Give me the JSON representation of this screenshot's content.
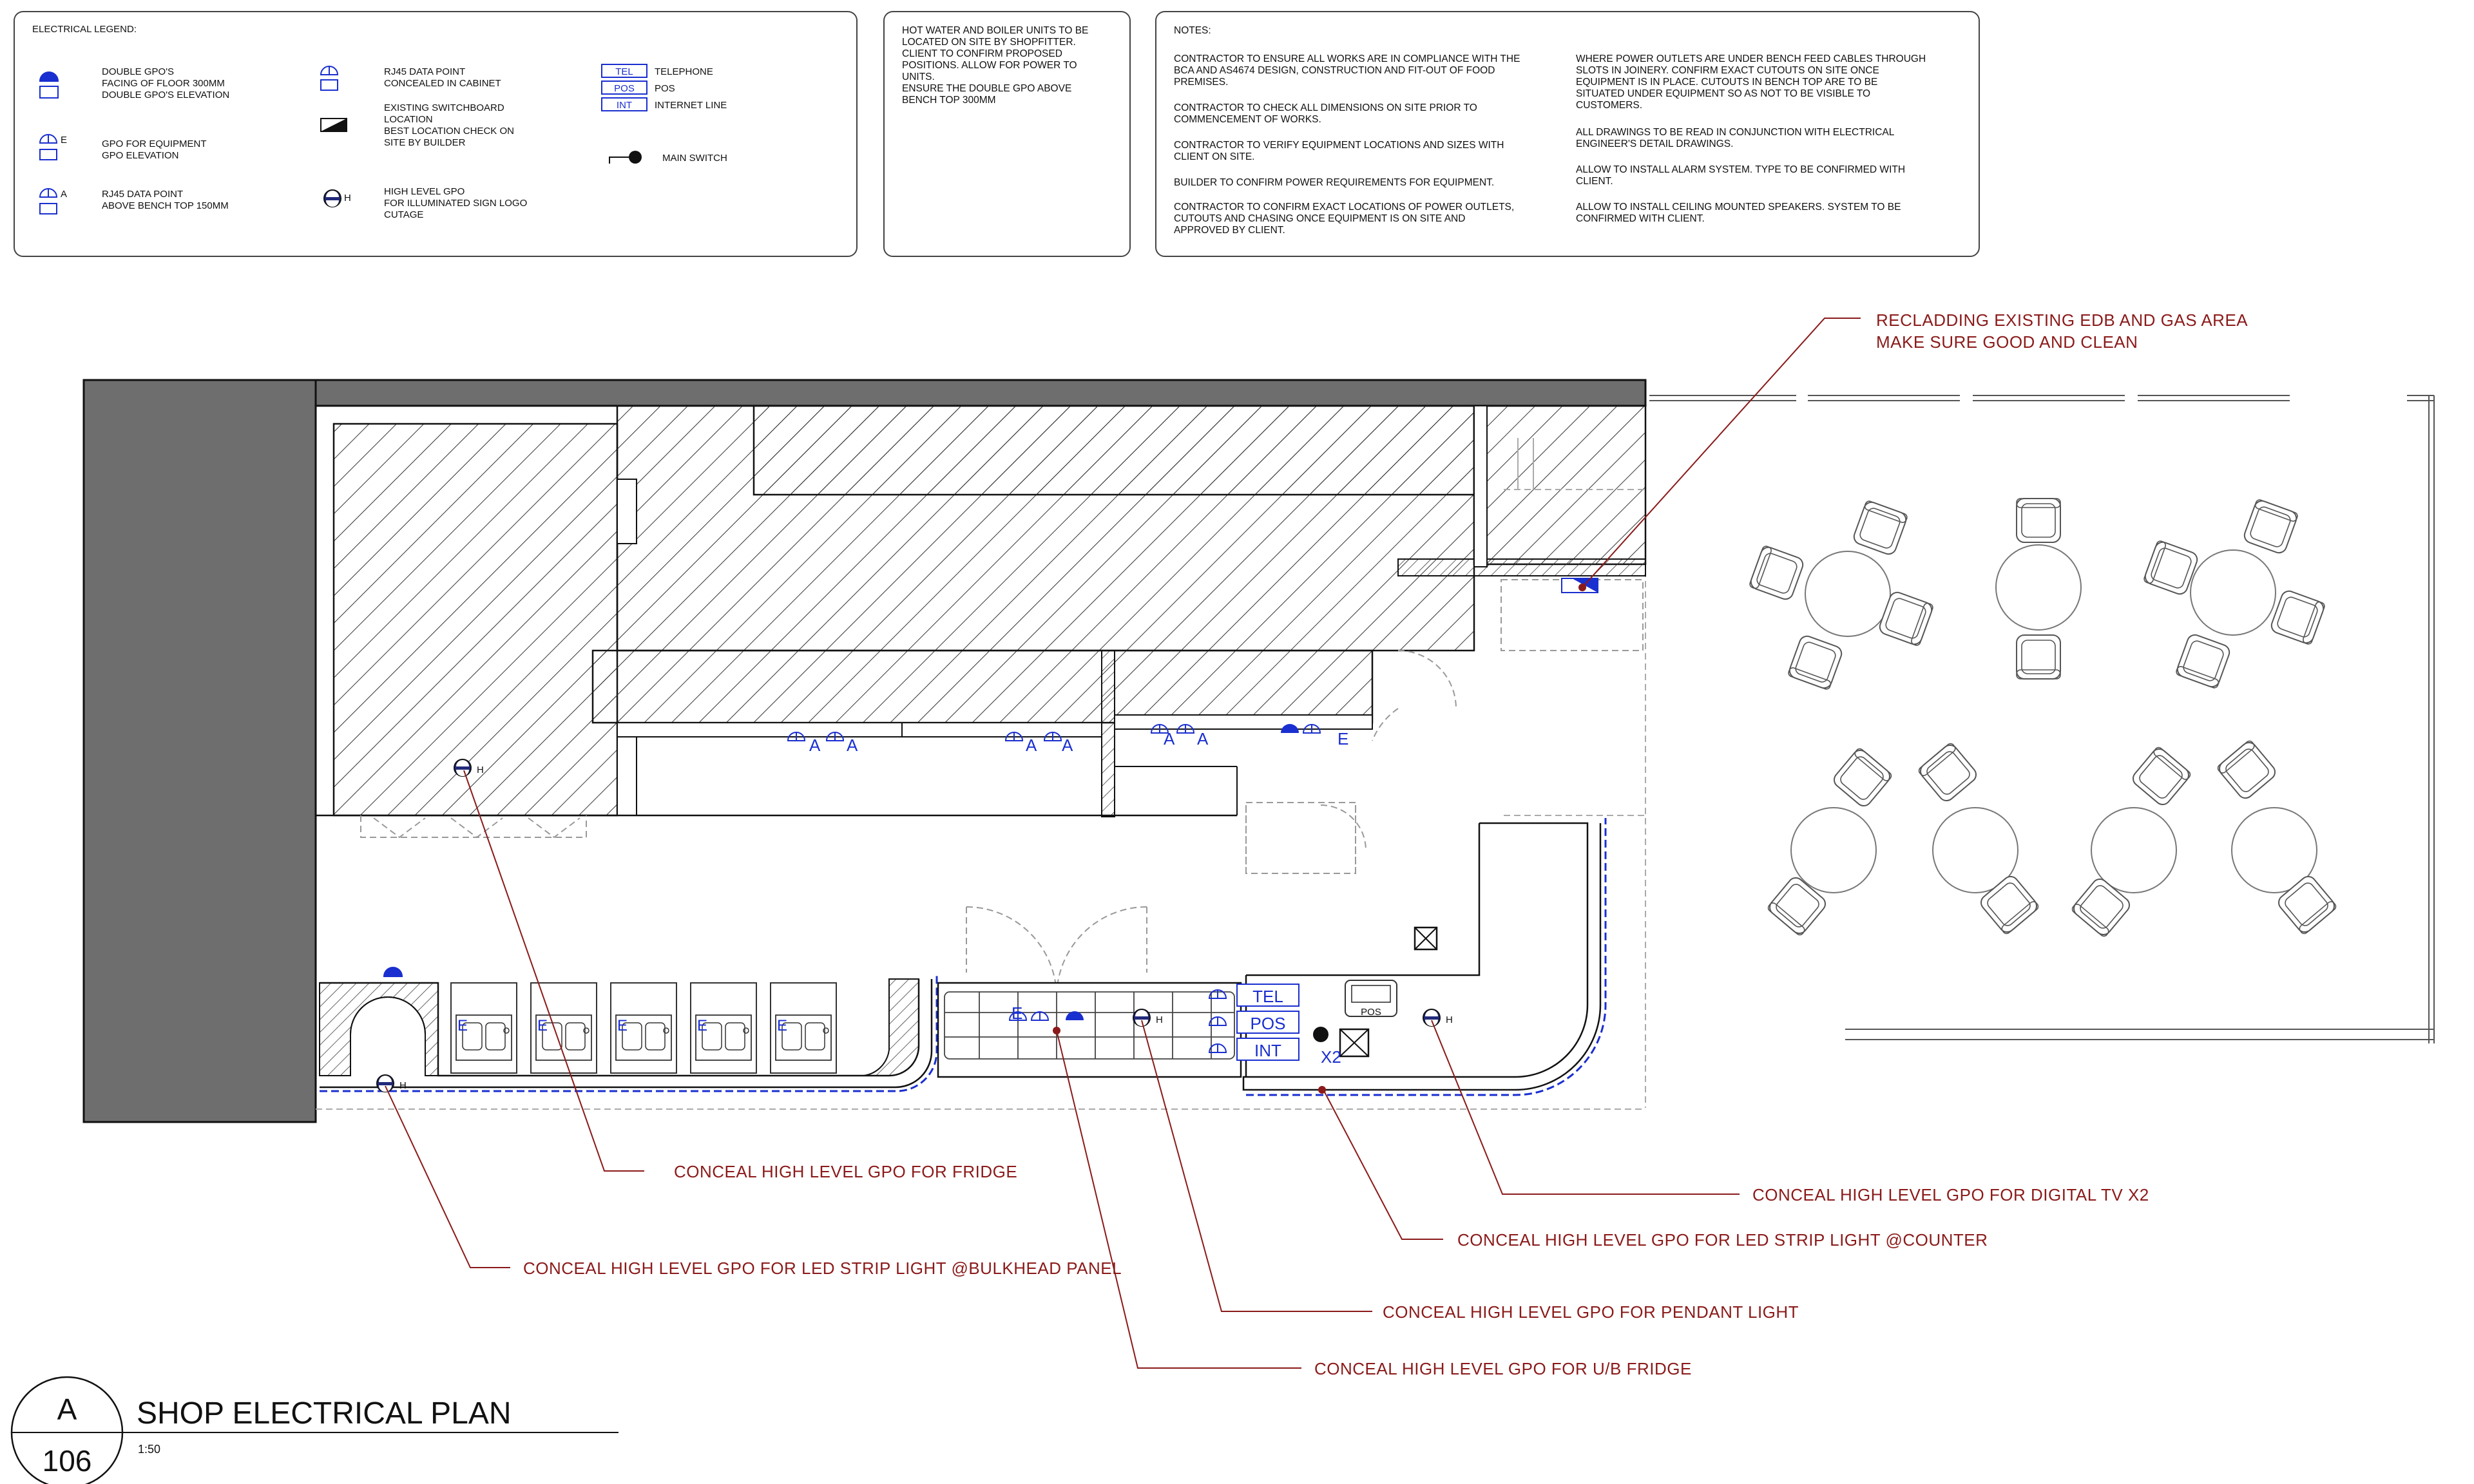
{
  "legend": {
    "heading": "ELECTRICAL LEGEND:",
    "col1": [
      {
        "icon": "double-gpo-icon",
        "tag": "",
        "lines": [
          "DOUBLE GPO'S",
          "FACING OF FLOOR 300MM",
          "DOUBLE GPO'S ELEVATION"
        ]
      },
      {
        "icon": "equipment-gpo-icon",
        "tag": "E",
        "lines": [
          "GPO FOR EQUIPMENT",
          "GPO ELEVATION"
        ]
      },
      {
        "icon": "rj45-bench-icon",
        "tag": "A",
        "lines": [
          "RJ45 DATA POINT",
          "ABOVE BENCH TOP 150MM"
        ]
      }
    ],
    "col2": [
      {
        "icon": "rj45-cabinet-icon",
        "tag": "",
        "lines": [
          "RJ45 DATA POINT",
          "CONCEALED IN CABINET"
        ]
      },
      {
        "icon": "switchboard-icon",
        "tag": "",
        "lines": [
          "EXISTING  SWITCHBOARD",
          "LOCATION",
          "BEST LOCATION CHECK ON",
          "SITE BY BUILDER"
        ]
      },
      {
        "icon": "high-level-gpo-icon",
        "tag": "H",
        "lines": [
          "HIGH LEVEL GPO",
          "FOR ILLUMINATED SIGN LOGO",
          "CUTAGE"
        ]
      }
    ],
    "col3": [
      {
        "box": "TEL",
        "label": "TELEPHONE"
      },
      {
        "box": "POS",
        "label": "POS"
      },
      {
        "box": "INT",
        "label": "INTERNET LINE"
      }
    ],
    "main_switch": "MAIN SWITCH"
  },
  "hotwater_note": [
    "HOT WATER AND BOILER UNITS TO BE",
    "LOCATED ON SITE BY SHOPFITTER.",
    "CLIENT TO CONFIRM PROPOSED",
    "POSITIONS. ALLOW FOR POWER TO",
    "UNITS.",
    "ENSURE THE DOUBLE GPO ABOVE",
    "BENCH TOP 300MM"
  ],
  "notes": {
    "heading": "NOTES:",
    "left": [
      [
        "CONTRACTOR TO ENSURE ALL WORKS ARE IN COMPLIANCE WITH THE",
        "BCA AND AS4674 DESIGN, CONSTRUCTION AND FIT-OUT OF FOOD",
        "PREMISES."
      ],
      [
        "CONTRACTOR TO CHECK ALL DIMENSIONS ON SITE PRIOR TO",
        "COMMENCEMENT OF WORKS."
      ],
      [
        "CONTRACTOR TO VERIFY EQUIPMENT LOCATIONS AND SIZES WITH",
        "CLIENT ON SITE."
      ],
      [
        "BUILDER TO CONFIRM POWER REQUIREMENTS FOR EQUIPMENT."
      ],
      [
        "CONTRACTOR TO CONFIRM EXACT LOCATIONS OF POWER OUTLETS,",
        "CUTOUTS AND CHASING ONCE EQUIPMENT IS ON SITE AND",
        "APPROVED BY CLIENT."
      ]
    ],
    "right": [
      [
        "WHERE POWER OUTLETS ARE UNDER BENCH FEED CABLES THROUGH",
        "SLOTS IN JOINERY. CONFIRM EXACT CUTOUTS ON SITE ONCE",
        "EQUIPMENT IS IN PLACE. CUTOUTS IN BENCH TOP ARE TO BE",
        "SITUATED UNDER EQUIPMENT SO AS NOT TO BE VISIBLE TO",
        "CUSTOMERS."
      ],
      [
        "ALL DRAWINGS TO BE READ IN CONJUNCTION WITH ELECTRICAL",
        "ENGINEER'S DETAIL DRAWINGS."
      ],
      [
        "ALLOW TO INSTALL ALARM SYSTEM. TYPE TO BE CONFIRMED WITH",
        "CLIENT."
      ],
      [
        "ALLOW TO INSTALL CEILING MOUNTED SPEAKERS. SYSTEM TO BE",
        "CONFIRMED WITH CLIENT."
      ]
    ]
  },
  "annotations": {
    "recladding": [
      "RECLADDING EXISTING EDB AND GAS AREA",
      "MAKE SURE GOOD AND CLEAN"
    ],
    "fridge": "CONCEAL HIGH LEVEL GPO FOR FRIDGE",
    "bulkhead": "CONCEAL HIGH LEVEL GPO FOR LED STRIP LIGHT @BULKHEAD PANEL",
    "digital_tv": "CONCEAL HIGH LEVEL GPO FOR DIGITAL TV X2",
    "counter": "CONCEAL HIGH LEVEL GPO FOR LED STRIP LIGHT @COUNTER",
    "pendant": "CONCEAL HIGH LEVEL GPO FOR PENDANT LIGHT",
    "ub_fridge": "CONCEAL HIGH LEVEL GPO FOR U/B FRIDGE"
  },
  "plan_tags": {
    "a": "A",
    "e": "E",
    "h": "H",
    "x2": "X2",
    "tel": "TEL",
    "pos": "POS",
    "int": "INT",
    "pos_terminal": "POS"
  },
  "title_block": {
    "letter": "A",
    "number": "106",
    "title": "SHOP ELECTRICAL PLAN",
    "scale": "1:50"
  },
  "colors": {
    "annotation": "#8b1a1a",
    "symbol_blue": "#1a2fd0",
    "wall_fill": "#6e6e6e"
  }
}
